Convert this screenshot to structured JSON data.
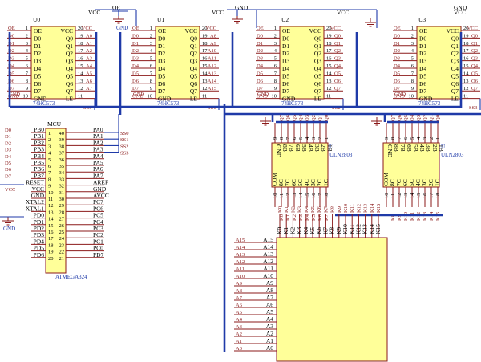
{
  "latches": [
    {
      "ref": "U0",
      "part": "74HC573",
      "out_nets": [
        "A0",
        "A1",
        "A2",
        "A3",
        "A4",
        "A5",
        "A6",
        "A7"
      ],
      "le_net": "SS0"
    },
    {
      "ref": "U1",
      "part": "74HC573",
      "out_nets": [
        "A8",
        "A9",
        "A10",
        "A11",
        "A12",
        "A13",
        "A14",
        "A15"
      ],
      "le_net": "SS1"
    },
    {
      "ref": "U2",
      "part": "74HC573",
      "out_nets": [
        "",
        "",
        "",
        "",
        "",
        "",
        "",
        ""
      ],
      "le_net": "SS2"
    },
    {
      "ref": "U3",
      "part": "74HC573",
      "out_nets": [
        "",
        "",
        "",
        "",
        "",
        "",
        "",
        ""
      ],
      "le_net": "SS3"
    }
  ],
  "latch_left_pins": [
    {
      "name": "OE",
      "num": "1"
    },
    {
      "name": "D0",
      "num": "2"
    },
    {
      "name": "D1",
      "num": "3"
    },
    {
      "name": "D2",
      "num": "4"
    },
    {
      "name": "D3",
      "num": "5"
    },
    {
      "name": "D4",
      "num": "6"
    },
    {
      "name": "D5",
      "num": "7"
    },
    {
      "name": "D6",
      "num": "8"
    },
    {
      "name": "D7",
      "num": "9"
    },
    {
      "name": "GND",
      "num": "10"
    }
  ],
  "latch_right_pins": [
    {
      "name": "VCC",
      "num": "20"
    },
    {
      "name": "Q0",
      "num": "19"
    },
    {
      "name": "Q1",
      "num": "18"
    },
    {
      "name": "Q2",
      "num": "17"
    },
    {
      "name": "Q3",
      "num": "16"
    },
    {
      "name": "Q4",
      "num": "15"
    },
    {
      "name": "Q5",
      "num": "14"
    },
    {
      "name": "Q6",
      "num": "13"
    },
    {
      "name": "Q7",
      "num": "12"
    },
    {
      "name": "LE",
      "num": "11"
    }
  ],
  "latch_right_nets": [
    "VCC",
    "Q0",
    "Q1",
    "Q2",
    "Q3",
    "Q4",
    "Q5",
    "Q6",
    "Q7"
  ],
  "latch_left_nets": [
    "OE",
    "D0",
    "D1",
    "D2",
    "D3",
    "D4",
    "D5",
    "D6",
    "D7",
    "GND"
  ],
  "power_labels": {
    "oe": "OE",
    "gnd": "GND",
    "vcc": "VCC"
  },
  "mcu": {
    "ref": "MCU",
    "part": "ATMEGA324",
    "left_pins": [
      {
        "name": "PB0",
        "num": "1",
        "net": "D0"
      },
      {
        "name": "PB1",
        "num": "2",
        "net": "D1"
      },
      {
        "name": "PB2",
        "num": "3",
        "net": "D2"
      },
      {
        "name": "PB3",
        "num": "4",
        "net": "D3"
      },
      {
        "name": "PB4",
        "num": "5",
        "net": "D4"
      },
      {
        "name": "PB5",
        "num": "6",
        "net": "D5"
      },
      {
        "name": "PB6",
        "num": "7",
        "net": "D6"
      },
      {
        "name": "PB7",
        "num": "8",
        "net": "D7"
      },
      {
        "name": "RESET",
        "num": "9",
        "net": ""
      },
      {
        "name": "VCC",
        "num": "10",
        "net": "VCC"
      },
      {
        "name": "GND",
        "num": "11",
        "net": ""
      },
      {
        "name": "XTAL2",
        "num": "12",
        "net": ""
      },
      {
        "name": "XTAL1",
        "num": "13",
        "net": ""
      },
      {
        "name": "PD0",
        "num": "14",
        "net": ""
      },
      {
        "name": "PD1",
        "num": "15",
        "net": ""
      },
      {
        "name": "PD2",
        "num": "16",
        "net": ""
      },
      {
        "name": "PD3",
        "num": "17",
        "net": ""
      },
      {
        "name": "PD4",
        "num": "18",
        "net": ""
      },
      {
        "name": "PD5",
        "num": "19",
        "net": ""
      },
      {
        "name": "PD6",
        "num": "20",
        "net": ""
      }
    ],
    "right_pins": [
      {
        "name": "PA0",
        "num": "40",
        "net": "SS0"
      },
      {
        "name": "PA1",
        "num": "39",
        "net": "SS1"
      },
      {
        "name": "PA2",
        "num": "38",
        "net": "SS2"
      },
      {
        "name": "PA3",
        "num": "37",
        "net": "SS3"
      },
      {
        "name": "PA4",
        "num": "36",
        "net": ""
      },
      {
        "name": "PA5",
        "num": "35",
        "net": ""
      },
      {
        "name": "PA6",
        "num": "34",
        "net": ""
      },
      {
        "name": "PA7",
        "num": "33",
        "net": ""
      },
      {
        "name": "AREF",
        "num": "32",
        "net": ""
      },
      {
        "name": "GND",
        "num": "31",
        "net": ""
      },
      {
        "name": "AVCC",
        "num": "30",
        "net": ""
      },
      {
        "name": "PC7",
        "num": "29",
        "net": ""
      },
      {
        "name": "PC6",
        "num": "28",
        "net": ""
      },
      {
        "name": "PC5",
        "num": "27",
        "net": ""
      },
      {
        "name": "PC4",
        "num": "26",
        "net": ""
      },
      {
        "name": "PC3",
        "num": "25",
        "net": ""
      },
      {
        "name": "PC2",
        "num": "24",
        "net": ""
      },
      {
        "name": "PC1",
        "num": "23",
        "net": ""
      },
      {
        "name": "PC0",
        "num": "22",
        "net": ""
      },
      {
        "name": "PD7",
        "num": "21",
        "net": ""
      }
    ]
  },
  "drivers": [
    {
      "ref": "U",
      "part": "ULN2803",
      "in_nets": [
        "Q7",
        "Q6",
        "Q5",
        "Q4",
        "Q3",
        "Q2",
        "Q1",
        "Q0"
      ],
      "out_nets": [
        "K0",
        "K1",
        "K2",
        "K3",
        "K4",
        "K5",
        "K6",
        "K7"
      ]
    },
    {
      "ref": "U",
      "part": "ULN2803",
      "in_nets": [
        "Q7",
        "Q6",
        "Q5",
        "Q4",
        "Q3",
        "Q2",
        "Q1",
        "Q0"
      ],
      "out_nets": [
        "K8",
        "K9",
        "K10",
        "K11",
        "K12",
        "K13",
        "K14",
        "K15"
      ]
    }
  ],
  "uln_top_pins": [
    "GND",
    "8B",
    "7B",
    "6B",
    "5B",
    "4B",
    "3B",
    "2B",
    "1B"
  ],
  "uln_bottom_pins": [
    "COM",
    "8C",
    "7C",
    "6C",
    "5C",
    "4C",
    "3C",
    "2C",
    "1C"
  ],
  "uln_top_nums": [
    "9",
    "8",
    "7",
    "6",
    "5",
    "4",
    "3",
    "2",
    "1"
  ],
  "uln_bottom_nums": [
    "10",
    "11",
    "12",
    "13",
    "14",
    "15",
    "16",
    "17",
    "18"
  ],
  "matrix": {
    "row_pins": [
      "A15",
      "A14",
      "A13",
      "A12",
      "A11",
      "A10",
      "A9",
      "A8",
      "A7",
      "A6",
      "A5",
      "A4",
      "A3",
      "A2",
      "A1",
      "A0"
    ],
    "row_nets": [
      "A15",
      "A14",
      "A13",
      "A12",
      "A11",
      "A10",
      "A9",
      "A8",
      "A7",
      "A6",
      "A5",
      "A4",
      "A3",
      "A2",
      "A1",
      "A0"
    ],
    "col_pins": [
      "K0",
      "K1",
      "K2",
      "K3",
      "K4",
      "K5",
      "K6",
      "K7",
      "K8",
      "K9",
      "K10",
      "K11",
      "K12",
      "K13",
      "K14",
      "K15"
    ],
    "col_nets": [
      "K0",
      "K1",
      "K2",
      "K3",
      "K4",
      "K5",
      "K6",
      "K7",
      "K8",
      "K9",
      "K10",
      "K11",
      "K12",
      "K13",
      "K14",
      "K15"
    ]
  },
  "colors": {
    "chip_fill": "#ffff99",
    "pin": "#8b1a1a",
    "wire": "#1f3aa8"
  }
}
